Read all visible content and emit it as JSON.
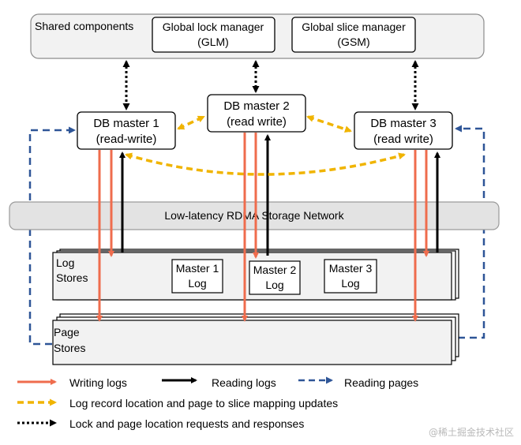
{
  "shared": {
    "title": "Shared components",
    "glm_line1": "Global lock manager",
    "glm_line2": "(GLM)",
    "gsm_line1": "Global slice manager",
    "gsm_line2": "(GSM)"
  },
  "masters": [
    {
      "line1": "DB master 1",
      "line2": "(read-write)"
    },
    {
      "line1": "DB master 2",
      "line2": "(read write)"
    },
    {
      "line1": "DB master 3",
      "line2": "(read write)"
    }
  ],
  "network": {
    "label": "Low-latency RDMA Storage Network"
  },
  "log_stores": {
    "line1": "Log",
    "line2": "Stores",
    "logs": [
      {
        "line1": "Master 1",
        "line2": "Log"
      },
      {
        "line1": "Master 2",
        "line2": "Log"
      },
      {
        "line1": "Master 3",
        "line2": "Log"
      }
    ]
  },
  "page_stores": {
    "line1": "Page",
    "line2": "Stores"
  },
  "legend": {
    "writing_logs": "Writing logs",
    "reading_logs": "Reading logs",
    "reading_pages": "Reading pages",
    "log_record": "Log record location and page to slice mapping updates",
    "lock_requests": "Lock and page location requests and responses"
  },
  "watermark": "@稀土掘金技术社区",
  "colors": {
    "write": "#ef6c4d",
    "read": "#000000",
    "pages": "#2e5597",
    "update": "#f0b400",
    "panel": "#f2f2f2",
    "border": "#8c8c8c"
  }
}
